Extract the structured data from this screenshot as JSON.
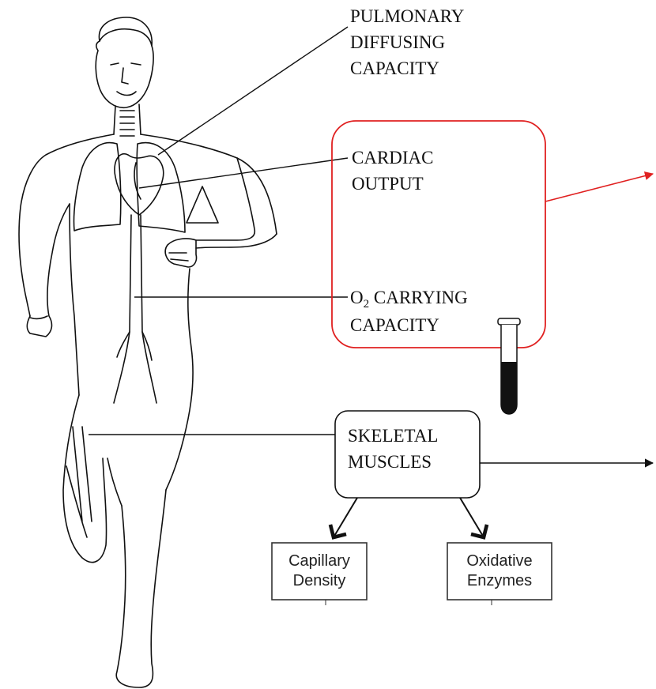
{
  "labels": {
    "pulmonary": [
      "PULMONARY",
      "DIFFUSING",
      "CAPACITY"
    ],
    "cardiac": [
      "CARDIAC",
      "OUTPUT"
    ],
    "o2_prefix": "O",
    "o2_sub": "2",
    "o2_suffix": " CARRYING",
    "o2_line2": "CAPACITY",
    "skeletal": [
      "SKELETAL",
      "MUSCLES"
    ],
    "capillary": [
      "Capillary",
      "Density"
    ],
    "oxidative": [
      "Oxidative",
      "Enzymes"
    ]
  },
  "colors": {
    "highlight_box": "#e02020",
    "highlight_arrow": "#e02020",
    "ink": "#111111",
    "blood": "#111111"
  },
  "icons": {
    "test_tube": "test-tube-icon",
    "runner": "runner-figure"
  }
}
